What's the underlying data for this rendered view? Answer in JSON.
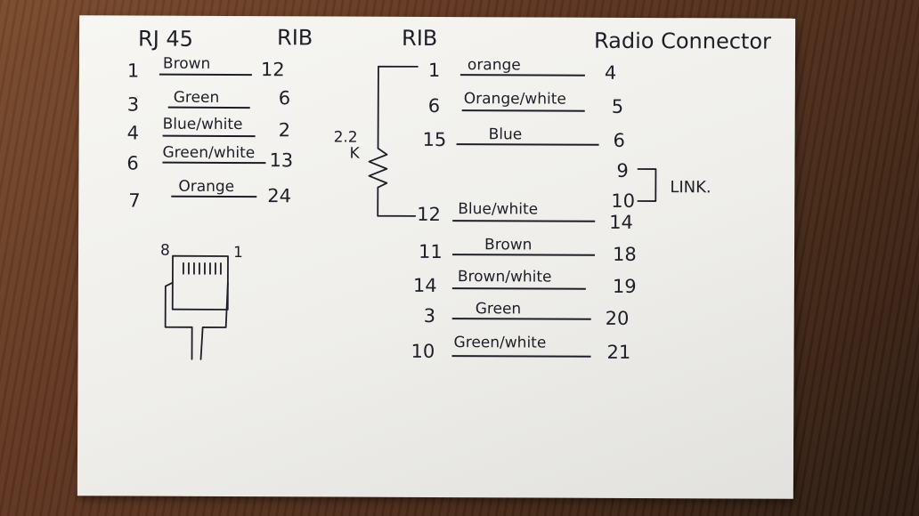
{
  "headers": {
    "rj45": "RJ 45",
    "rib_left": "RIB",
    "rib_right": "RIB",
    "radio": "Radio Connector"
  },
  "left_table": [
    {
      "pin": "1",
      "wire": "Brown",
      "rib": "12"
    },
    {
      "pin": "3",
      "wire": "Green",
      "rib": "6"
    },
    {
      "pin": "4",
      "wire": "Blue/white",
      "rib": "2"
    },
    {
      "pin": "6",
      "wire": "Green/white",
      "rib": "13"
    },
    {
      "pin": "7",
      "wire": "Orange",
      "rib": "24"
    }
  ],
  "right_table": [
    {
      "rib": "1",
      "wire": "orange",
      "radio": "4"
    },
    {
      "rib": "6",
      "wire": "Orange/white",
      "radio": "5"
    },
    {
      "rib": "15",
      "wire": "Blue",
      "radio": "6"
    },
    {
      "rib": "12",
      "wire": "Blue/white",
      "radio": "14"
    },
    {
      "rib": "11",
      "wire": "Brown",
      "radio": "18"
    },
    {
      "rib": "14",
      "wire": "Brown/white",
      "radio": "19"
    },
    {
      "rib": "3",
      "wire": "Green",
      "radio": "20"
    },
    {
      "rib": "10",
      "wire": "Green/white",
      "radio": "21"
    }
  ],
  "link": {
    "pins": [
      "9",
      "10"
    ],
    "label": "LINK."
  },
  "resistor": {
    "value": "2.2",
    "unit": "K"
  },
  "plug": {
    "pin_high": "8",
    "pin_low": "1"
  }
}
